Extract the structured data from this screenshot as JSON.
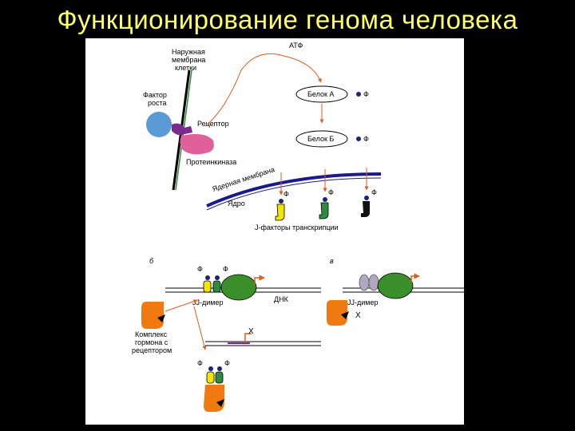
{
  "slide": {
    "title": "Функционирование генома человека"
  },
  "diagram": {
    "membrane_label": [
      "Наружная",
      "мембрана",
      "клетки"
    ],
    "growth_factor_label": [
      "Фактор",
      "роста"
    ],
    "receptor_label": "Рецептор",
    "kinase_label": "Протеинкиназа",
    "atp_label": "АТФ",
    "protein_a": "Белок А",
    "protein_b": "Белок Б",
    "phosphate": "Ф",
    "nuclear_membrane": "Ядерная мембрана",
    "nucleus": "Ядро",
    "tf_label": "J-факторы транскрипции",
    "panel_b": "б",
    "panel_v": "в",
    "jj_dimer": "JJ-димер",
    "dna": "ДНК",
    "x_mark": "X",
    "hormone_label": [
      "Комплекс",
      "гормона с",
      "рецептором"
    ],
    "colors": {
      "title": "#ffff66",
      "growth_factor": "#5b9bd5",
      "receptor": "#7a2a8a",
      "kinase": "#e0609a",
      "nuclear_membrane": "#1a1a8c",
      "arrow": "#e05a1a",
      "phosphate_dot": "#1a237e",
      "tf_yellow": "#f2e600",
      "tf_green": "#2e8b3e",
      "tf_black": "#111111",
      "polymerase": "#3a8f2a",
      "hormone_complex": "#f07a10",
      "inactive_tf": "#b0a8c0"
    }
  }
}
